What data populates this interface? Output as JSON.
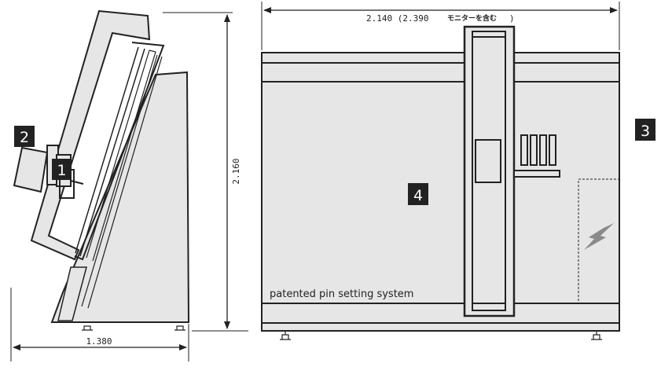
{
  "dimensions": {
    "width_main": "2.140 (2.390",
    "width_note": "モニターを含む",
    "width_close": ")",
    "height": "2.160",
    "depth": "1.380"
  },
  "caption": "patented pin setting system",
  "badges": [
    "1",
    "2",
    "3",
    "4"
  ],
  "colors": {
    "line": "#222222",
    "panel_fill": "#e6e6e6",
    "badge_fill": "#222222",
    "lightning": "#8a8a8a"
  },
  "icons": [
    "lightning-bolt-icon",
    "leveling-foot-icon",
    "dimension-arrow-icon"
  ]
}
